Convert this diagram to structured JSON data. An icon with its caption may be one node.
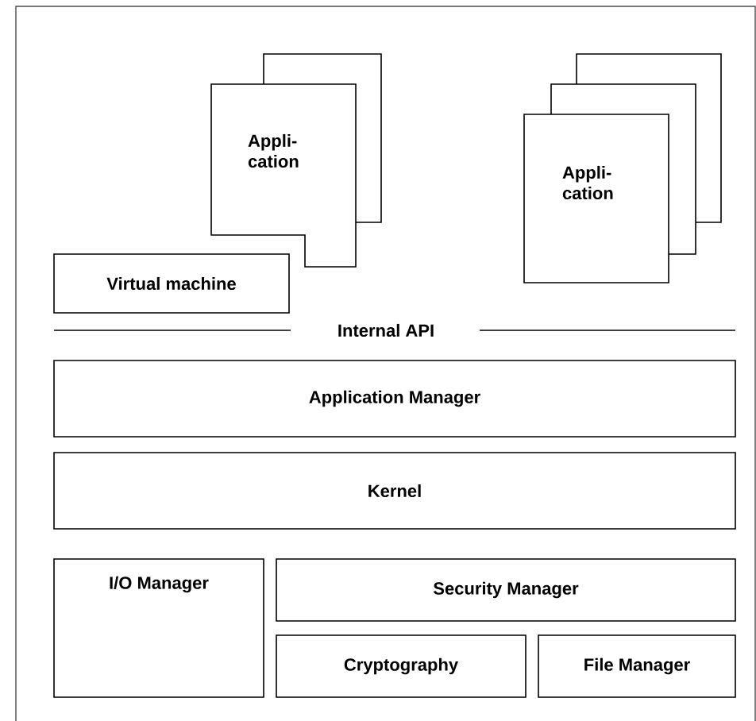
{
  "diagram": {
    "nodes": [
      {
        "text": [
          "Appli- cation"
        ]
      },
      {
        "text": [
          "Appli- cation"
        ]
      },
      {
        "text": [
          "Virtual machine"
        ]
      },
      {
        "text": [
          "Application Manager"
        ]
      },
      {
        "text": [
          "Kernel"
        ]
      },
      {
        "text": [
          "I/O Manager"
        ]
      },
      {
        "text": [
          "Security Manager"
        ]
      },
      {
        "text": [
          "Cryptography"
        ]
      },
      {
        "text": [
          "File Manager"
        ]
      }
    ],
    "labels": [
      "Internal API"
    ]
  }
}
